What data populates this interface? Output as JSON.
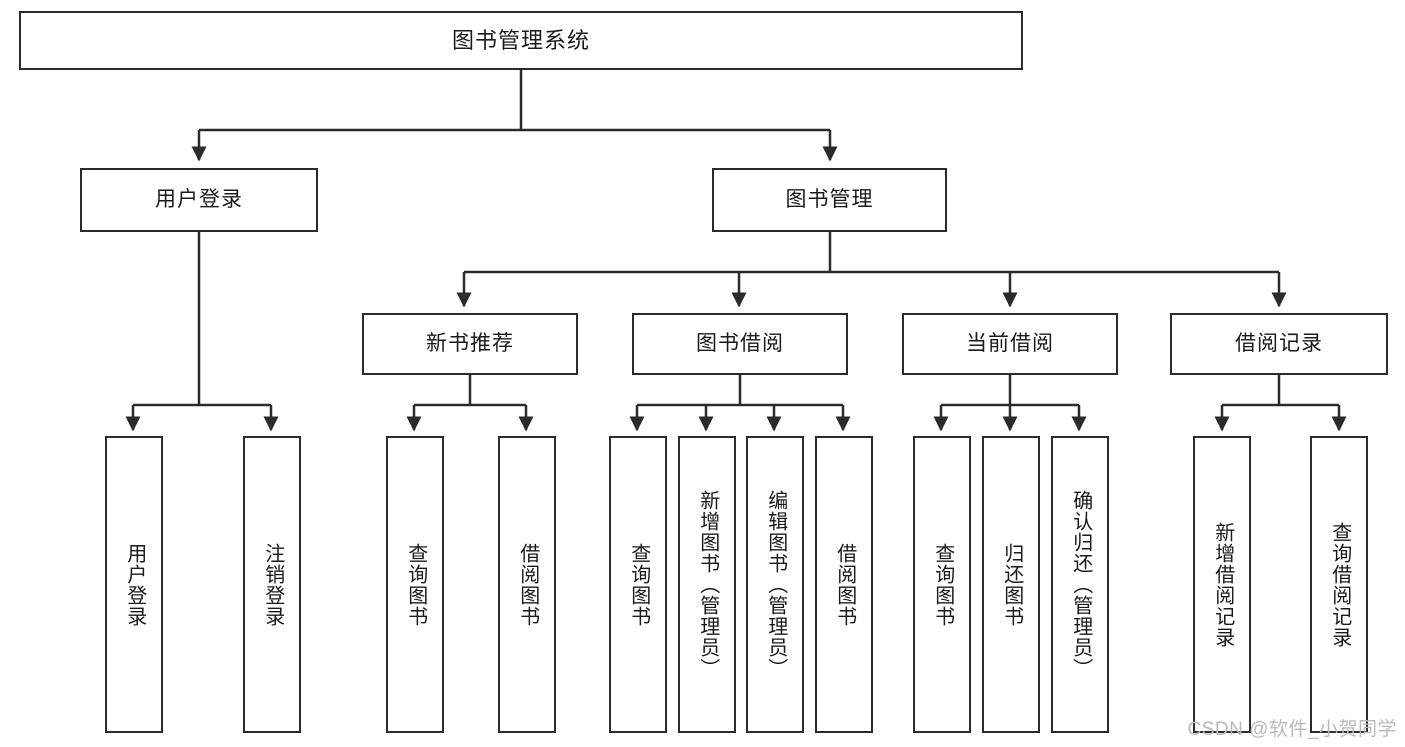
{
  "diagram": {
    "type": "tree",
    "title": "图书管理系统",
    "watermark": "CSDN @软件_小贺同学",
    "colors": {
      "box_border": "#2b2b2b",
      "box_fill": "#ffffff",
      "connector": "#2b2b2b",
      "text": "#1a1a1a",
      "watermark": "#b9b9b9"
    },
    "root": {
      "label": "图书管理系统"
    },
    "level2": [
      {
        "label": "用户登录"
      },
      {
        "label": "图书管理"
      }
    ],
    "level3": [
      {
        "label": "新书推荐"
      },
      {
        "label": "图书借阅"
      },
      {
        "label": "当前借阅"
      },
      {
        "label": "借阅记录"
      }
    ],
    "leaves": [
      {
        "label": "用户登录",
        "parent": "用户登录"
      },
      {
        "label": "注销登录",
        "parent": "用户登录"
      },
      {
        "label": "查询图书",
        "parent": "新书推荐"
      },
      {
        "label": "借阅图书",
        "parent": "新书推荐"
      },
      {
        "label": "查询图书",
        "parent": "图书借阅"
      },
      {
        "label": "新增图书（管理员）",
        "parent": "图书借阅"
      },
      {
        "label": "编辑图书（管理员）",
        "parent": "图书借阅"
      },
      {
        "label": "借阅图书",
        "parent": "图书借阅"
      },
      {
        "label": "查询图书",
        "parent": "当前借阅"
      },
      {
        "label": "归还图书",
        "parent": "当前借阅"
      },
      {
        "label": "确认归还（管理员）",
        "parent": "当前借阅"
      },
      {
        "label": "新增借阅记录",
        "parent": "借阅记录"
      },
      {
        "label": "查询借阅记录",
        "parent": "借阅记录"
      }
    ]
  }
}
